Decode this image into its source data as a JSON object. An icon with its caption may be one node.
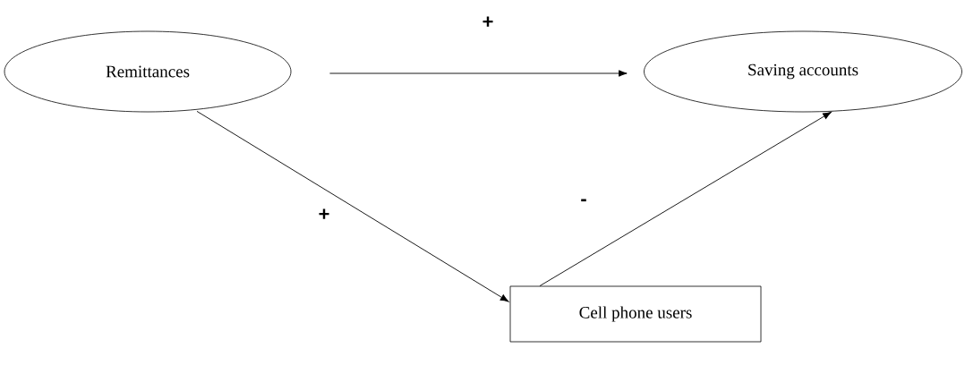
{
  "diagram": {
    "nodes": [
      {
        "text": [
          "Remittances"
        ]
      },
      {
        "text": [
          "Saving accounts"
        ]
      },
      {
        "text": [
          "Cell phone users"
        ]
      }
    ],
    "edges": [
      {
        "from": 0,
        "to": 1,
        "arrow": "to",
        "label": "+"
      },
      {
        "from": 0,
        "to": 2,
        "arrow": "to",
        "label": "+"
      },
      {
        "from": 2,
        "to": 1,
        "arrow": "to",
        "label": "-"
      }
    ]
  }
}
